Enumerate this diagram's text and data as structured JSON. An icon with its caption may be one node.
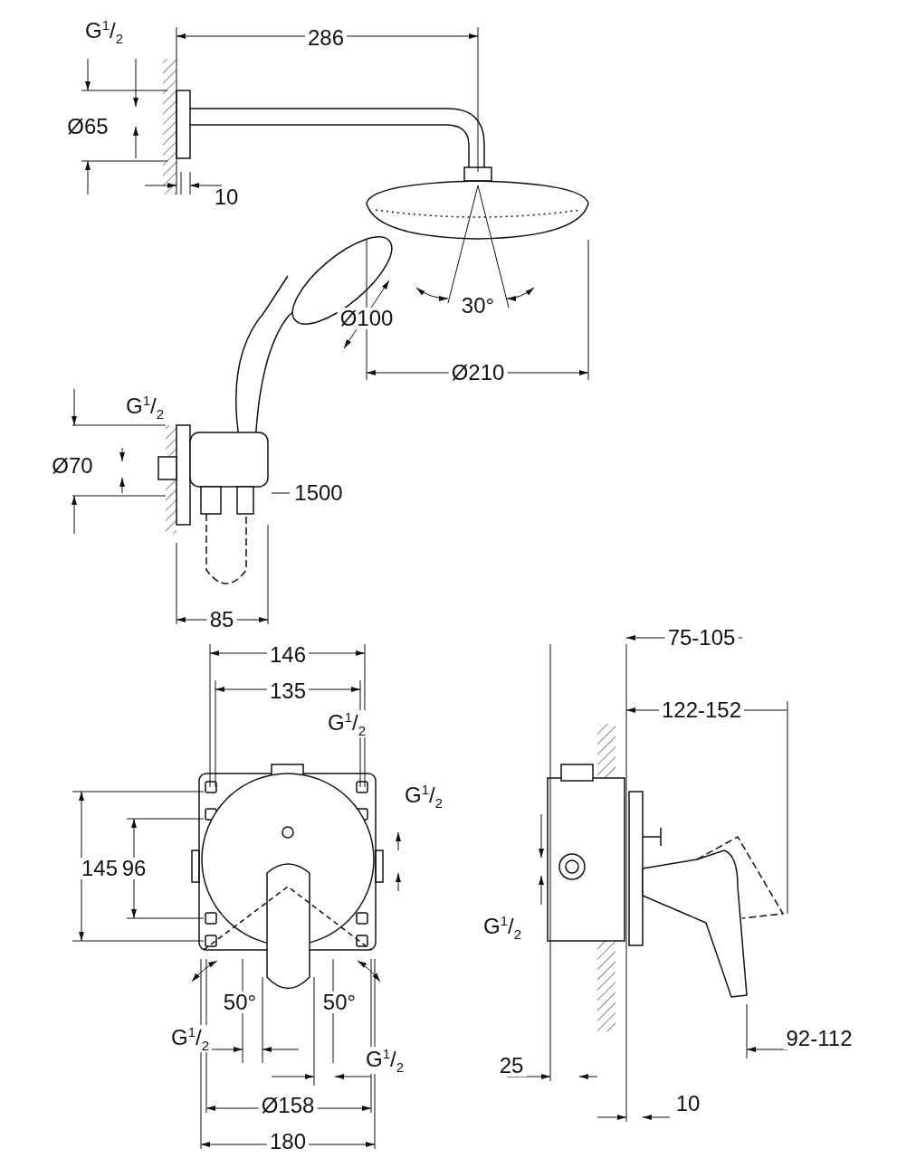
{
  "diagram": {
    "labels": [
      "G$^{1}$/$_{2}$",
      "286",
      "Ø65",
      "10",
      "Ø100",
      "30°",
      "Ø210",
      "G$^{1}$/$_{2}$",
      "Ø70",
      "1500",
      "85",
      "146",
      "75-105",
      "135",
      "122-152",
      "G$^{1}$/$_{2}$",
      "G$^{1}$/$_{2}$",
      "145",
      "96",
      "G$^{1}$/$_{2}$",
      "50°",
      "50°",
      "G$^{1}$/$_{2}$",
      "92-112",
      "G$^{1}$/$_{2}$",
      "25",
      "Ø158",
      "10",
      "180"
    ]
  }
}
